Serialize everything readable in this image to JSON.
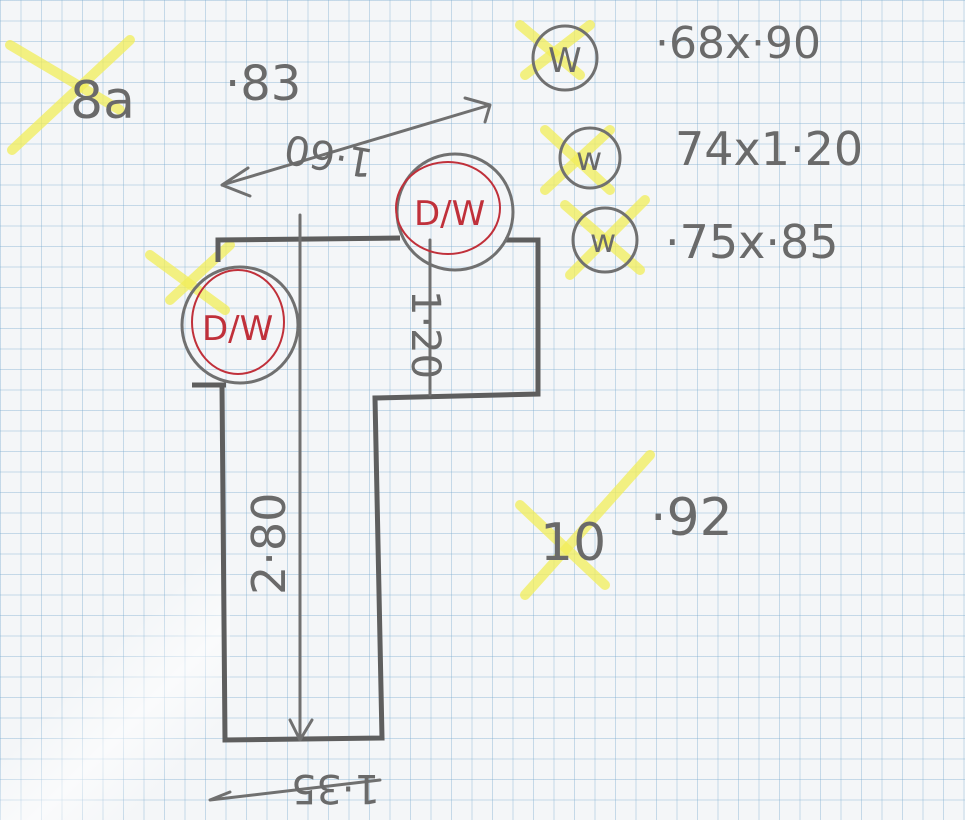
{
  "sketch": {
    "room_8": {
      "label": "8a",
      "value": "·83"
    },
    "room_10": {
      "label": "10",
      "value": "·92"
    },
    "windows": [
      {
        "symbol": "W",
        "dims": "·68x·90"
      },
      {
        "symbol": "w",
        "dims": "74x1·20"
      },
      {
        "symbol": "w",
        "dims": "·75x·85"
      }
    ],
    "door_windows": [
      {
        "label": "D/W"
      },
      {
        "label": "D/W"
      }
    ],
    "dimensions": {
      "top_width": "1·60",
      "right_depth": "1·20",
      "long_depth": "2·80",
      "bottom_width": "1·35"
    },
    "colors": {
      "pencil": "#6a6a6a",
      "red_pen": "#c0303a",
      "highlighter": "#f2ee5a",
      "grid": "#78aacd"
    }
  }
}
